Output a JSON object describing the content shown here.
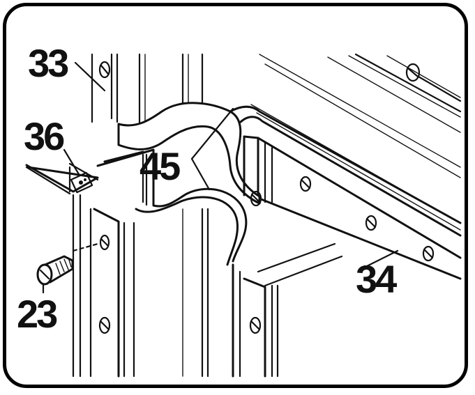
{
  "diagram": {
    "callouts": [
      {
        "id": "33",
        "label": "33"
      },
      {
        "id": "36",
        "label": "36"
      },
      {
        "id": "45",
        "label": "45"
      },
      {
        "id": "23",
        "label": "23"
      },
      {
        "id": "34",
        "label": "34"
      }
    ],
    "colors": {
      "ink": "#111111",
      "background": "#ffffff",
      "frame": "#000000"
    }
  }
}
